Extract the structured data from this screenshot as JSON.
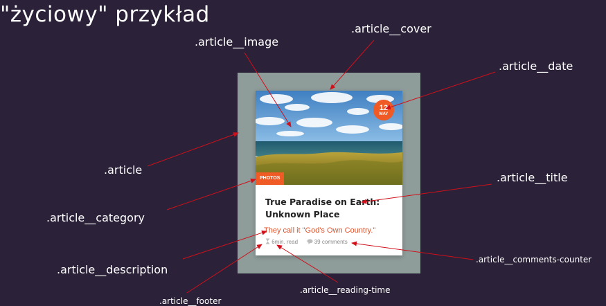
{
  "slide_title": "\"życiowy\" przykład",
  "labels": {
    "cover": ".article__cover",
    "image": ".article__image",
    "date": ".article__date",
    "article": ".article",
    "title": ".article__title",
    "category": ".article__category",
    "description": ".article__description",
    "comments_counter": ".article__comments-counter",
    "reading_time": ".article__reading-time",
    "footer": ".article__footer"
  },
  "card": {
    "date_day": "12",
    "date_month": "MAY",
    "category": "PHOTOS",
    "title": "True Paradise on Earth: Unknown Place",
    "description": "They call it \"God's Own Country.\"",
    "reading_time": "6min. read",
    "comments": "39 comments"
  },
  "colors": {
    "background": "#2b2139",
    "accent": "#f05a24",
    "arrow": "#d0101a",
    "card_bg": "#8e9c9a"
  }
}
